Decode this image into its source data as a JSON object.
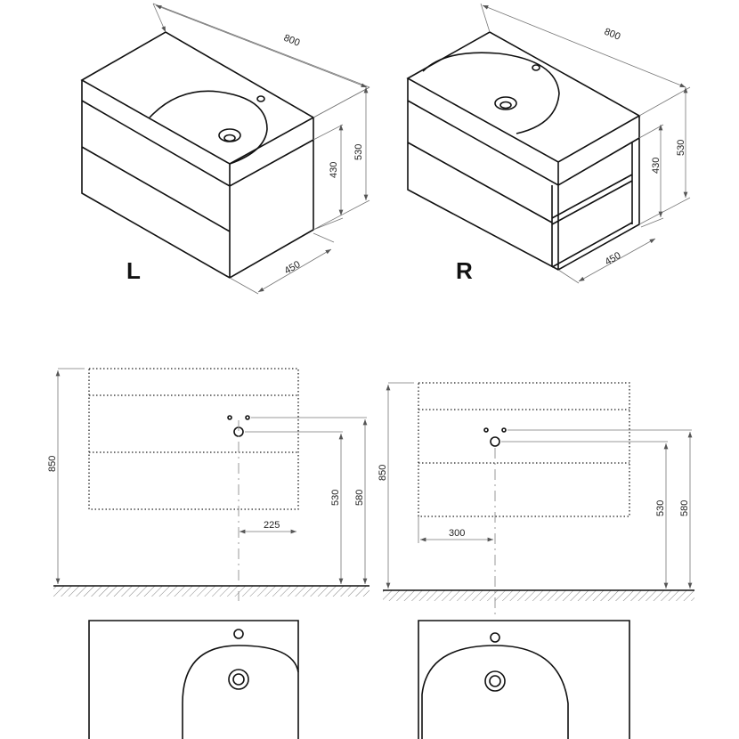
{
  "left_variant": {
    "label": "L",
    "iso": {
      "width": "800",
      "height_total": "530",
      "height_body": "430",
      "depth": "450"
    },
    "elevation": {
      "total_height": "850",
      "drain_height": "530",
      "tap_height": "580",
      "drain_offset": "225"
    }
  },
  "right_variant": {
    "label": "R",
    "iso": {
      "width": "800",
      "height_total": "530",
      "height_body": "430",
      "depth": "450"
    },
    "elevation": {
      "total_height": "850",
      "drain_height": "530",
      "tap_height": "580",
      "drain_offset": "300"
    }
  }
}
